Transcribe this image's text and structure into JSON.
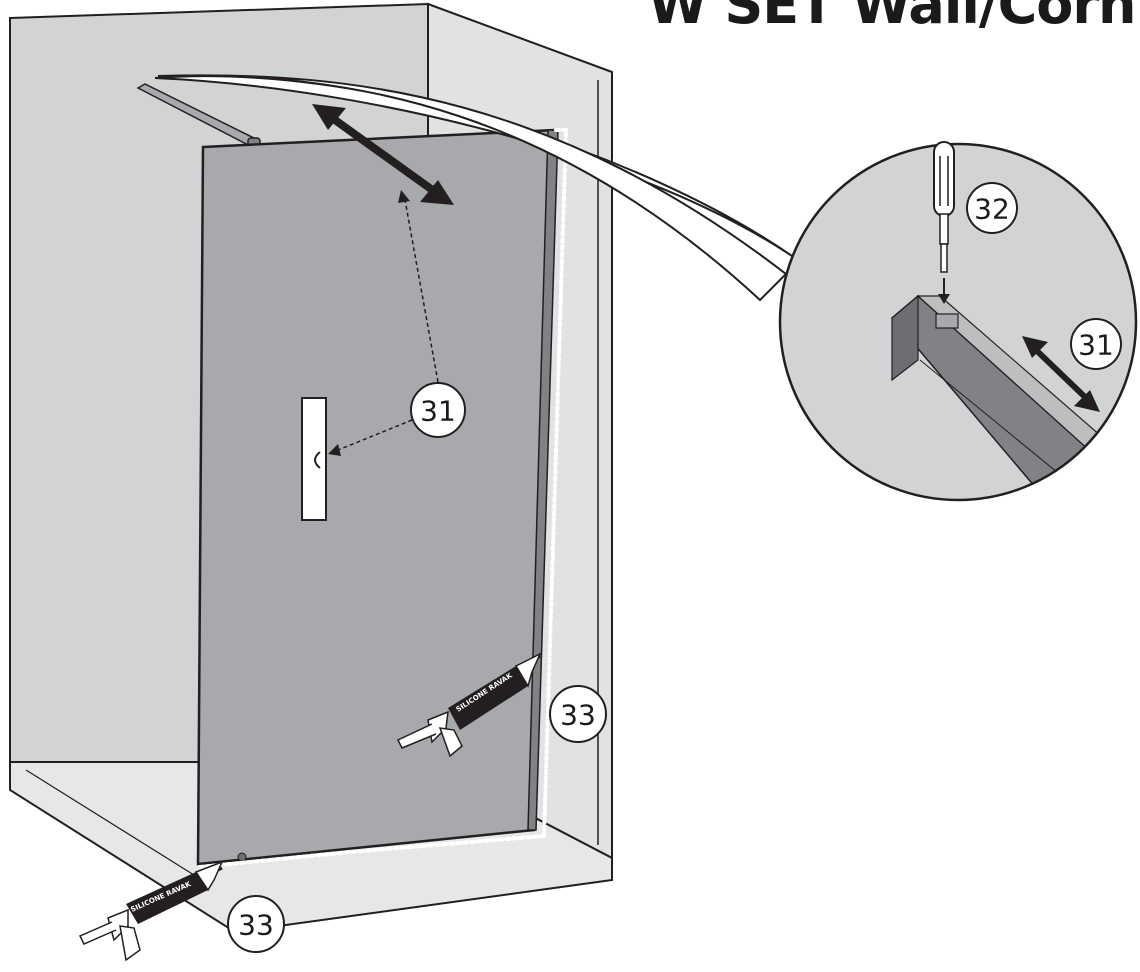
{
  "title": "W SET Wall/Corn",
  "callouts": {
    "level_step": "31",
    "detail_adjust_step": "31",
    "screwdriver_step": "32",
    "silicone_right_step": "33",
    "silicone_bottom_step": "33"
  },
  "silicone_label": "SILICONE RAVAK",
  "colors": {
    "wall": "#d2d3d5",
    "wall_side": "#e1e2e3",
    "floor": "#e6e7e8",
    "glass": "#a7a9ac",
    "outline": "#231f20",
    "profile": "#808285"
  }
}
